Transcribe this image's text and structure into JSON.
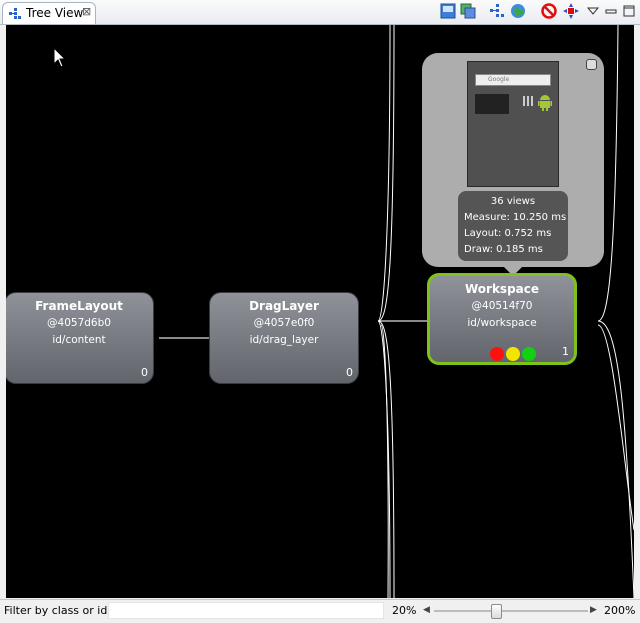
{
  "tab": {
    "title": "Tree View",
    "close_glyph": "⊠",
    "icon": "tree-view-icon"
  },
  "toolbar": {
    "icons": [
      "save-png-icon",
      "export-psd-icon",
      "load-view-hierarchy-icon",
      "invalidate-icon",
      "request-layout-icon",
      "dump-display-list-icon",
      "view-menu-icon",
      "minimize-icon",
      "maximize-icon"
    ]
  },
  "nodes": [
    {
      "name": "FrameLayout",
      "hash": "@4057d6b0",
      "id": "id/content",
      "count": "0",
      "selected": false
    },
    {
      "name": "DragLayer",
      "hash": "@4057e0f0",
      "id": "id/drag_layer",
      "count": "0",
      "selected": false
    },
    {
      "name": "Workspace",
      "hash": "@40514f70",
      "id": "id/workspace",
      "count": "1",
      "selected": true
    }
  ],
  "status_colors": {
    "red": "#ff1010",
    "yellow": "#f2e600",
    "green": "#12d012"
  },
  "accent_selected": "#7fc21e",
  "popup": {
    "thumbnail_search": "Google",
    "stats": {
      "views": "36 views",
      "measure": "Measure: 10.250 ms",
      "layout": "Layout: 0.752 ms",
      "draw": "Draw: 0.185 ms"
    }
  },
  "status_bar": {
    "filter_placeholder": "Filter by class or id:",
    "filter_value": "",
    "zoom_min": "20%",
    "zoom_max": "200%",
    "zoom_level": 0.4
  }
}
